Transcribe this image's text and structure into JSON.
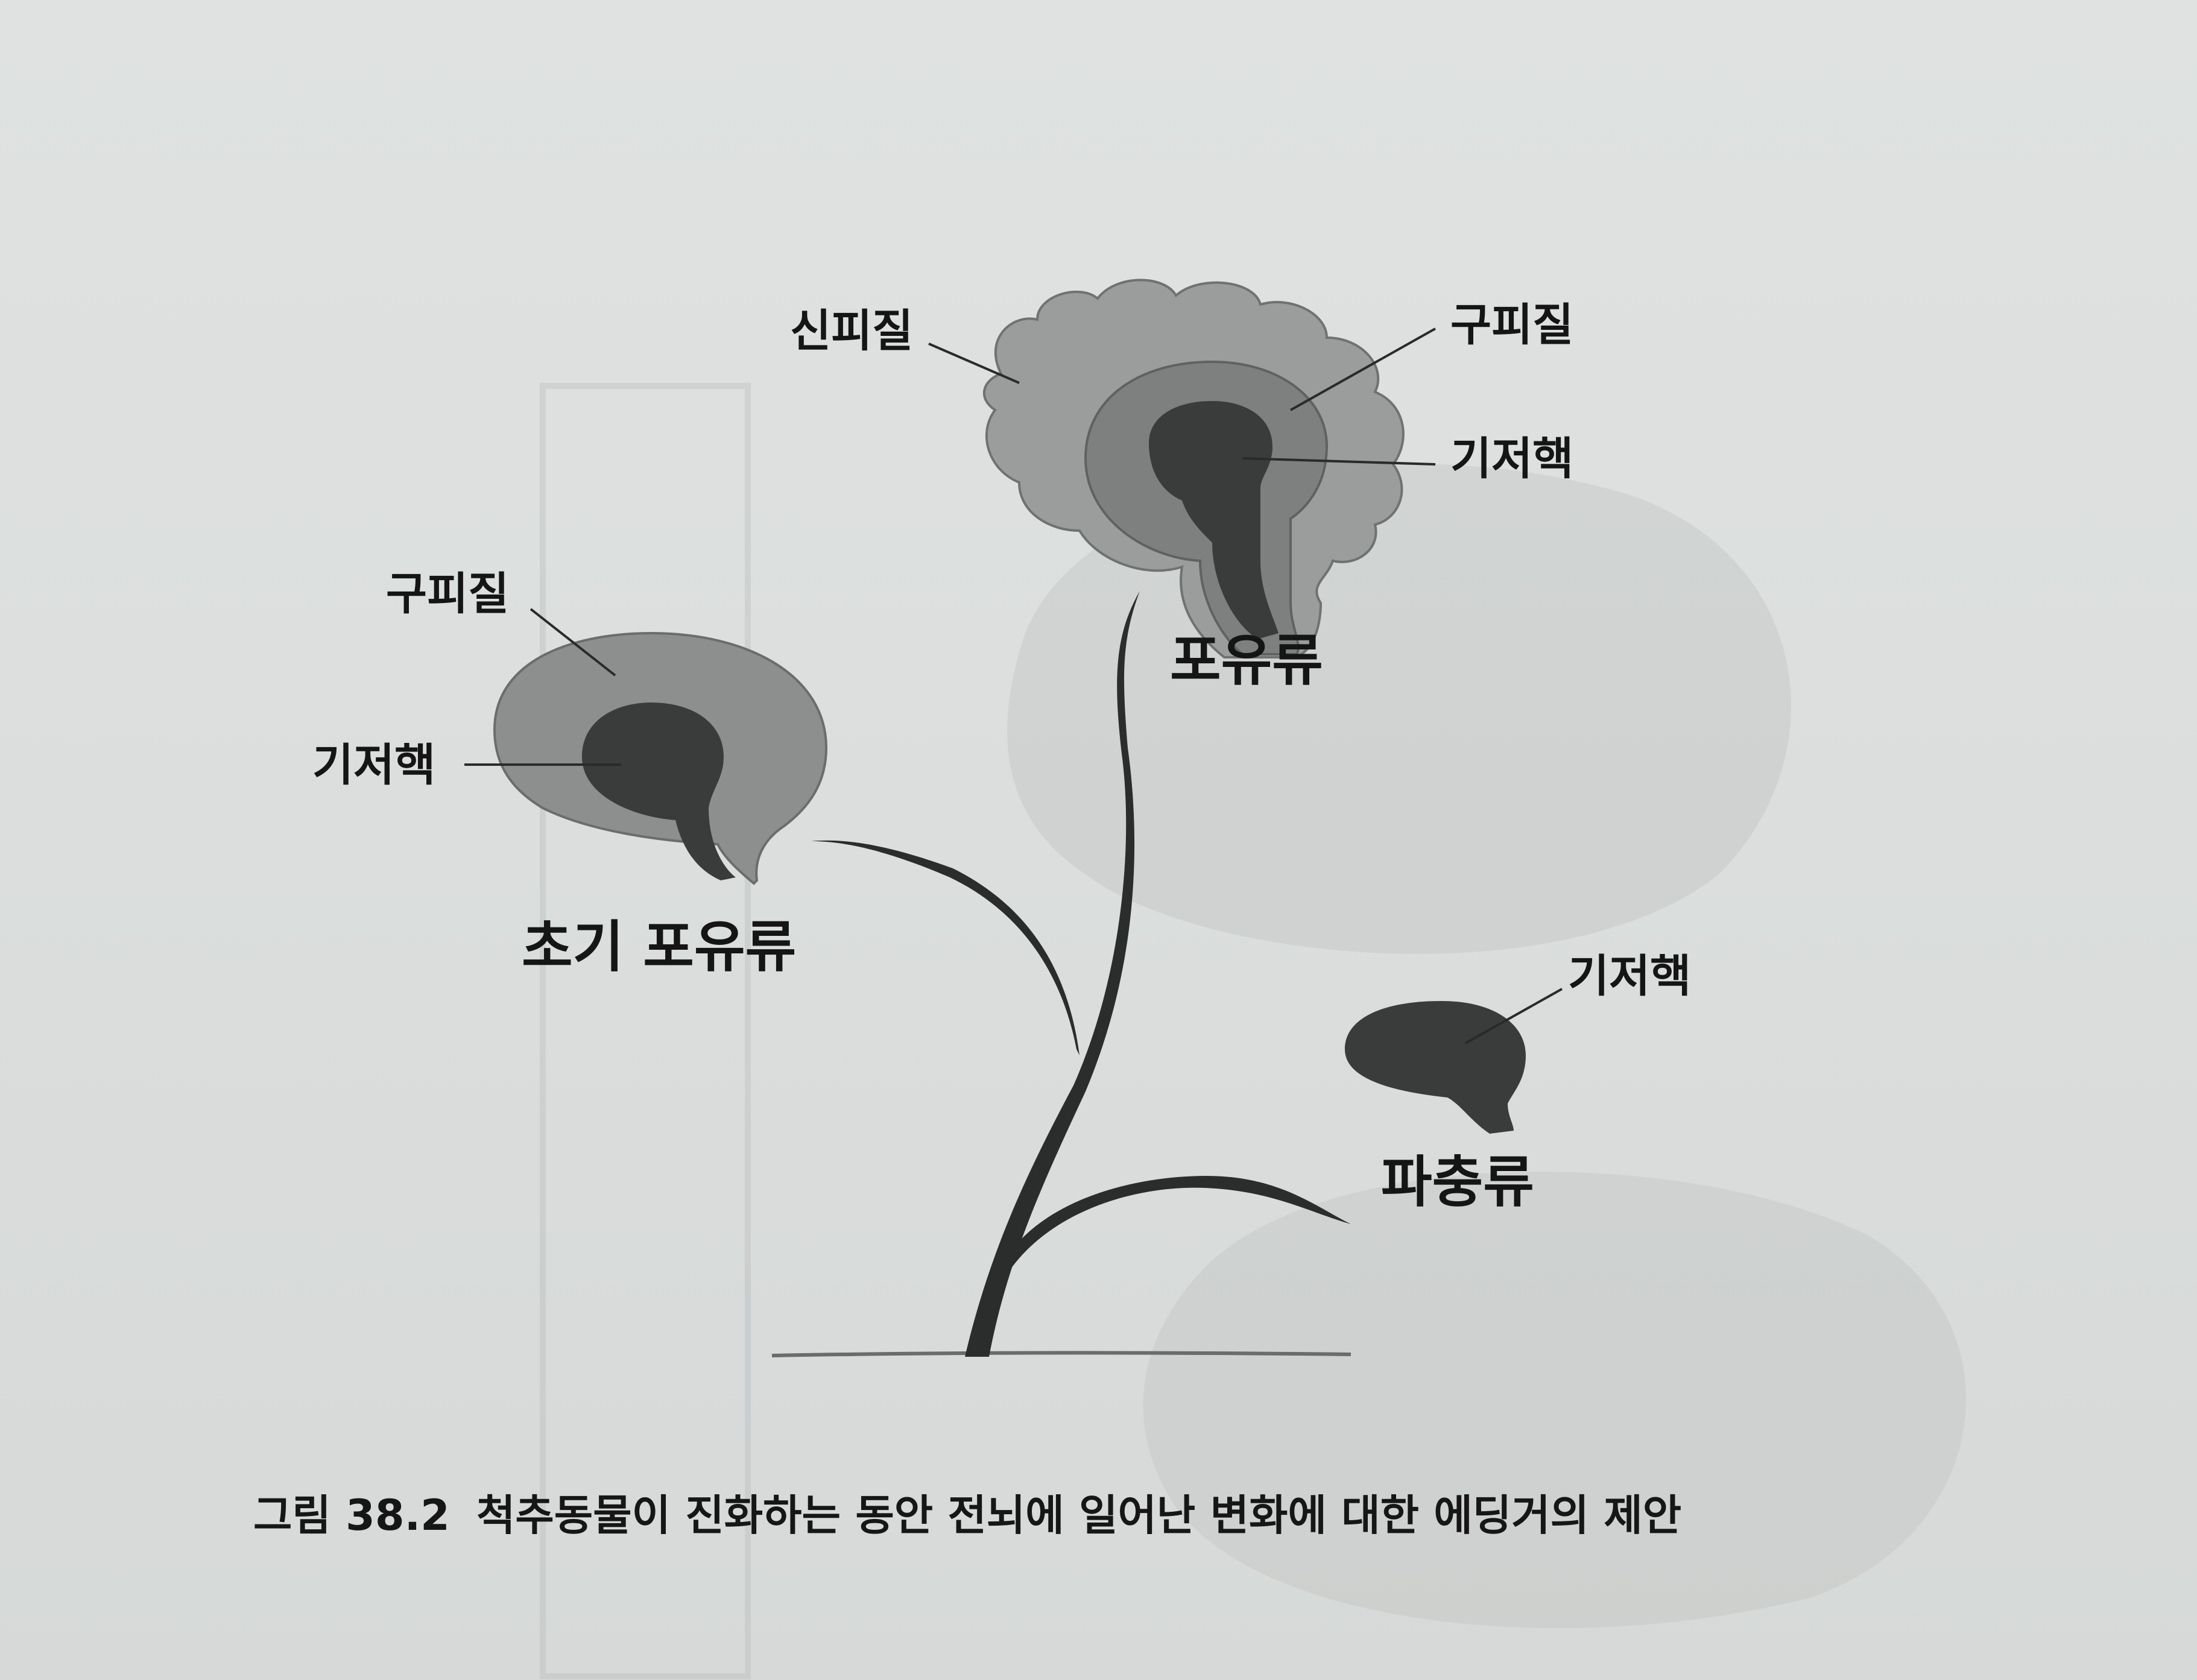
{
  "figure": {
    "caption_number": "그림 38.2",
    "caption_text": "척추동물이 진화하는 동안 전뇌에 일어난 변화에 대한 에딩거의 제안"
  },
  "mammal": {
    "title": "포유류",
    "neocortex_label": "신피질",
    "paleocortex_label": "구피질",
    "basal_ganglia_label": "기저핵"
  },
  "early_mammal": {
    "title": "초기 포유류",
    "paleocortex_label": "구피질",
    "basal_ganglia_label": "기저핵"
  },
  "reptile": {
    "title": "파충류",
    "basal_ganglia_label": "기저핵"
  },
  "colors": {
    "background": "#dcdfde",
    "neocortex": "#9a9d9c",
    "paleocortex": "#7d807f",
    "basal_ganglia": "#3a3c3c",
    "stem": "#2b2c2c",
    "text": "#151515"
  }
}
